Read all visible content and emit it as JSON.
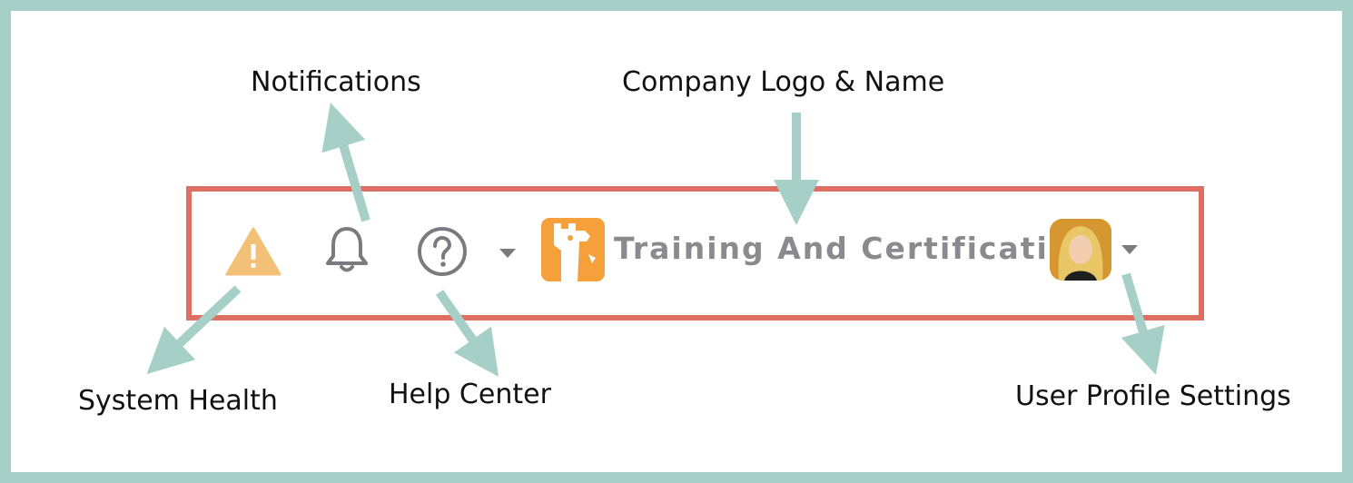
{
  "callouts": {
    "notifications": "Notifications",
    "company": "Company Logo & Name",
    "system_health": "System Health",
    "help_center": "Help Center",
    "user_profile": "User Profile Settings"
  },
  "header": {
    "company_name": "Training And Certification"
  },
  "icons": {
    "warning": "warning-triangle-icon",
    "bell": "bell-icon",
    "help": "help-circle-icon",
    "caret": "caret-down-icon",
    "logo": "giraffe-logo-icon",
    "avatar": "user-avatar"
  },
  "colors": {
    "outer_border": "#a6cfc8",
    "highlight_box": "#df6f62",
    "warning": "#f3c078",
    "icon_gray": "#7a7a7f",
    "logo_orange": "#f5a03b",
    "arrow": "#a6cfc8",
    "text_gray": "#8a8a8f"
  }
}
